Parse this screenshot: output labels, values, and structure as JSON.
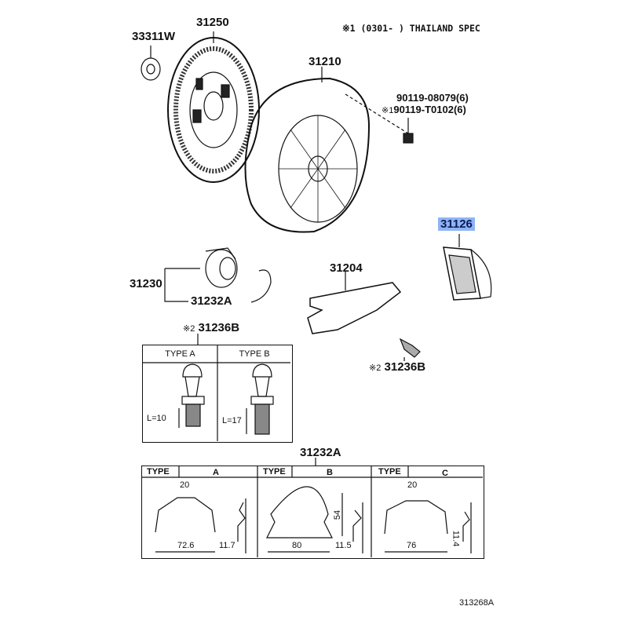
{
  "header_note": {
    "mark": "※1",
    "text": "(0301-      )  THAILAND SPEC"
  },
  "parts": {
    "p33311W": "33311W",
    "p31250": "31250",
    "p31210": "31210",
    "bolt1": "90119-08079(6)",
    "bolt2_mark": "※1",
    "bolt2": "90119-T0102(6)",
    "p31126": "31126",
    "p31204": "31204",
    "p31230": "31230",
    "p31232A": "31232A",
    "p31236B_top_mark": "※2",
    "p31236B_top": "31236B",
    "p31236B_right_mark": "※2",
    "p31236B_right": "31236B",
    "p31232A_table": "31232A"
  },
  "pivot_table": {
    "type_a": "TYPE A",
    "type_b": "TYPE B",
    "len_a": "L=10",
    "len_b": "L=17"
  },
  "clip_table": {
    "type_label": "TYPE",
    "cols": [
      {
        "type": "A",
        "top": "20",
        "width": "72.6",
        "side": "11.7"
      },
      {
        "type": "B",
        "height": "54",
        "width": "80",
        "side": "11.5"
      },
      {
        "type": "C",
        "top": "20",
        "width": "76",
        "side": "11.4"
      }
    ]
  },
  "footer_code": "313268A",
  "highlight_color": "#8fb4f5"
}
